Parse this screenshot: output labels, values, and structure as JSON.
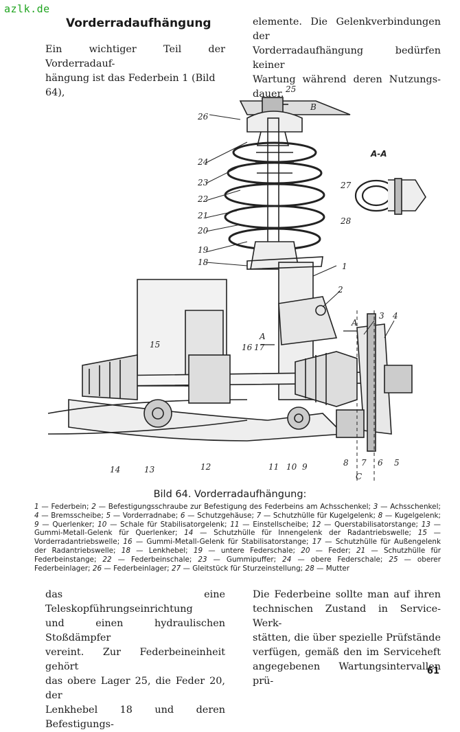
{
  "watermark": "azlk.de",
  "title": "Vorderradaufhängung",
  "intro_left": [
    "Ein wichtiger Teil der Vorderradauf-",
    "hängung ist das Federbein 1 (Bild 64),"
  ],
  "intro_right": [
    "elemente. Die Gelenkverbindungen der",
    "Vorderradaufhängung bedürfen keiner",
    "Wartung während deren Nutzungs-",
    "dauer."
  ],
  "figure": {
    "caption": "Bild 64. Vorderradaufhängung:",
    "labels": [
      "1",
      "2",
      "3",
      "4",
      "5",
      "6",
      "7",
      "8",
      "9",
      "10",
      "11",
      "12",
      "13",
      "14",
      "15",
      "16",
      "17",
      "18",
      "19",
      "20",
      "21",
      "22",
      "23",
      "24",
      "25",
      "26",
      "27",
      "28"
    ],
    "section_labels": [
      "A-A",
      "A",
      "A",
      "B",
      "C"
    ]
  },
  "legend": [
    {
      "num": "1",
      "text": "Federbein;"
    },
    {
      "num": "2",
      "text": "Befestigungsschraube zur Befestigung des Federbeins am Achsschenkel;"
    },
    {
      "num": "3",
      "text": "Achsschenkel;"
    },
    {
      "num": "4",
      "text": "Bremsscheibe;"
    },
    {
      "num": "5",
      "text": "Vorderradnabe;"
    },
    {
      "num": "6",
      "text": "Schutzgehäuse;"
    },
    {
      "num": "7",
      "text": "Schutzhülle für Kugelgelenk;"
    },
    {
      "num": "8",
      "text": "Kugelgelenk;"
    },
    {
      "num": "9",
      "text": "Querlenker;"
    },
    {
      "num": "10",
      "text": "Schale für Stabilisatorgelenk;"
    },
    {
      "num": "11",
      "text": "Einstellscheibe;"
    },
    {
      "num": "12",
      "text": "Querstabilisatorstange;"
    },
    {
      "num": "13",
      "text": "Gummi-Metall-Gelenk für Querlenker;"
    },
    {
      "num": "14",
      "text": "Schutzhülle für Innengelenk der Radantriebswelle;"
    },
    {
      "num": "15",
      "text": "Vorderradantriebswelle;"
    },
    {
      "num": "16",
      "text": "Gummi-Metall-Gelenk für Stabilisatorstange;"
    },
    {
      "num": "17",
      "text": "Schutzhülle für Außengelenk der Radantriebswelle;"
    },
    {
      "num": "18",
      "text": "Lenkhebel;"
    },
    {
      "num": "19",
      "text": "untere Federschale;"
    },
    {
      "num": "20",
      "text": "Feder;"
    },
    {
      "num": "21",
      "text": "Schutzhülle für Federbeinstange;"
    },
    {
      "num": "22",
      "text": "Federbeinschale;"
    },
    {
      "num": "23",
      "text": "Gummipuffer;"
    },
    {
      "num": "24",
      "text": "obere Federschale;"
    },
    {
      "num": "25",
      "text": "oberer Federbeinlager;"
    },
    {
      "num": "26",
      "text": "Federbeinlager;"
    },
    {
      "num": "27",
      "text": "Gleitstück für Sturzeinstellung;"
    },
    {
      "num": "28",
      "text": "Mutter"
    }
  ],
  "bottom_left": [
    "das eine Teleskopführungseinrichtung",
    "und einen hydraulischen Stoßdämpfer",
    "vereint. Zur Federbeineinheit gehört",
    "das obere Lager 25, die Feder 20, der",
    "Lenkhebel 18 und deren Befestigungs-"
  ],
  "bottom_right": [
    "Die Federbeine sollte man auf ihren",
    "technischen Zustand in Service-Werk-",
    "stätten, die über spezielle Prüfstände",
    "verfügen, gemäß den im Serviceheft",
    "angegebenen Wartungsintervallen prü-"
  ],
  "page_number": "61"
}
